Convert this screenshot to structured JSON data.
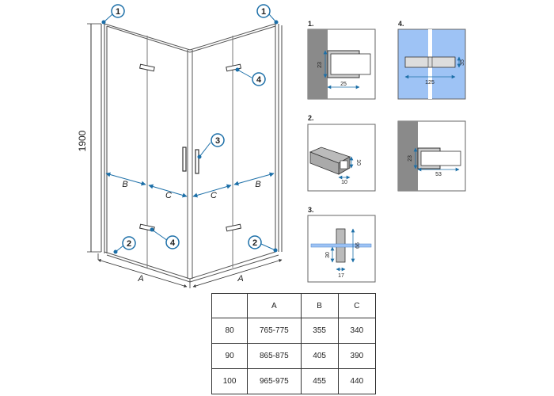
{
  "main": {
    "height_label": "1900",
    "callouts": [
      "1",
      "1",
      "2",
      "2",
      "3",
      "4",
      "4"
    ],
    "dimension_labels": {
      "b_left": "B",
      "c_left": "C",
      "c_right": "C",
      "b_right": "B",
      "a_left": "A",
      "a_right": "A"
    }
  },
  "details": {
    "d1": {
      "number": "1.",
      "vertical": "23",
      "horizontal": "25"
    },
    "d2": {
      "number": "2.",
      "vertical": "10",
      "horizontal": "10"
    },
    "d3": {
      "number": "3.",
      "height": "66",
      "inner": "30",
      "width": "17"
    },
    "d4": {
      "number": "4.",
      "width": "125",
      "height": "35"
    },
    "d5": {
      "vertical": "23",
      "horizontal": "53"
    }
  },
  "table": {
    "headers": [
      "",
      "A",
      "B",
      "C"
    ],
    "rows": [
      [
        "80",
        "765-775",
        "355",
        "340"
      ],
      [
        "90",
        "865-875",
        "405",
        "390"
      ],
      [
        "100",
        "965-975",
        "455",
        "440"
      ]
    ]
  },
  "colors": {
    "callout": "#1c6fa8",
    "wall": "#8a8a8a",
    "glass_blue": "#9ec3f5",
    "line": "#333333"
  }
}
